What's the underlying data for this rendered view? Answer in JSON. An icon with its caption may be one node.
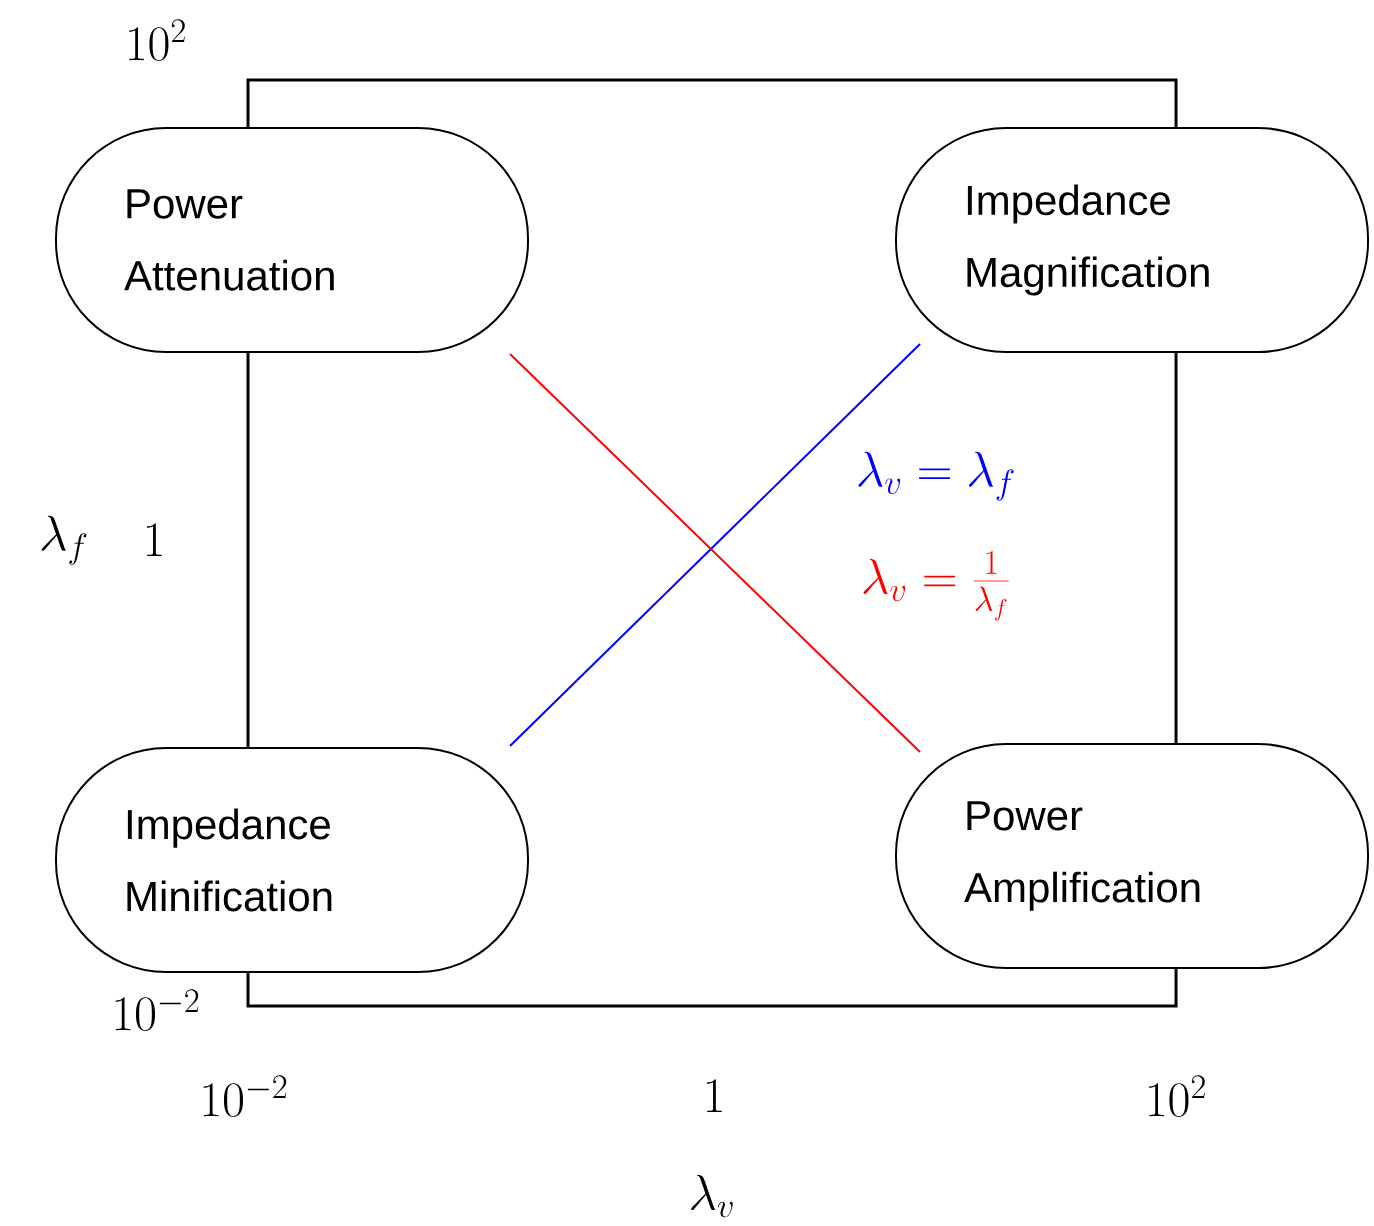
{
  "diagram": {
    "nodes": [
      {
        "text": [
          "Power Attenuation"
        ]
      },
      {
        "text": [
          "Impedance Magnification"
        ]
      },
      {
        "text": [
          "Impedance Minification"
        ]
      },
      {
        "text": [
          "Power Amplification"
        ]
      }
    ],
    "edges": [
      {
        "from": 0,
        "to": 1,
        "arrow": "none"
      },
      {
        "from": 0,
        "to": 2,
        "arrow": "none"
      },
      {
        "from": 1,
        "to": 3,
        "arrow": "none"
      },
      {
        "from": 2,
        "to": 3,
        "arrow": "none"
      },
      {
        "from": 2,
        "to": 1,
        "arrow": "none",
        "color": "#0000ff",
        "label": "\\lambda_v = \\lambda_f"
      },
      {
        "from": 0,
        "to": 3,
        "arrow": "none",
        "color": "#ff0000",
        "label": "\\lambda_v = \\frac{1}{\\lambda_f}"
      }
    ],
    "labels": [
      "10^2",
      "\\lambda_f",
      "1",
      "10^{-2}",
      "10^{-2}",
      "1",
      "10^2",
      "\\lambda_v"
    ]
  }
}
